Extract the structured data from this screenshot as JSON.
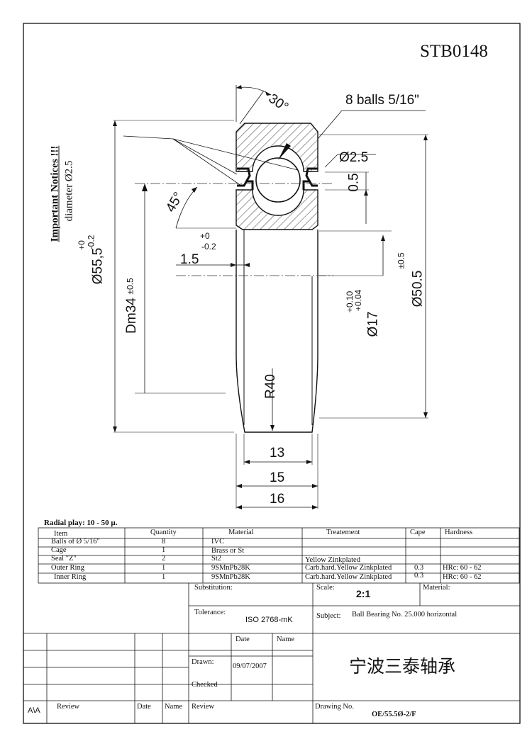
{
  "drawing": {
    "code": "STB0148",
    "notice_title": "Important Notices !!!",
    "notice_text": "diameter Ø2.5",
    "balls_label": "8 balls 5/16\"",
    "angle_top": "30°",
    "angle_side": "45°",
    "hole_dia": "Ø2.5",
    "dim_05": "0.5",
    "dim_15": "1.5",
    "outer_dia": "Ø55,5",
    "outer_tol_upper": "+0",
    "outer_tol_lower": "-0.2",
    "small_tol_upper": "+0",
    "small_tol_lower": "-0.2",
    "dm": "Dm34",
    "dm_tol": "±0.5",
    "bore": "Ø17",
    "bore_tol_upper": "+0.10",
    "bore_tol_lower": "+0.04",
    "od2": "Ø50.5",
    "od2_tol": "±0.5",
    "radius": "R40",
    "w13": "13",
    "w15": "15",
    "w16": "16"
  },
  "radial_play": "Radial play: 10 - 50 µ.",
  "parts_table": {
    "headers": [
      "Item",
      "Quantity",
      "Material",
      "Treatement",
      "Cape",
      "Hardness"
    ],
    "rows": [
      [
        "Balls of Ø  5/16\"",
        "8",
        "IVC",
        "",
        "",
        ""
      ],
      [
        "Cage",
        "1",
        "Brass or St",
        "",
        "",
        ""
      ],
      [
        "Seal \"Z\"",
        "2",
        "St2",
        "Yellow Zinkplated",
        "",
        ""
      ],
      [
        "Outer Ring",
        "1",
        "9SMnPb28K",
        "Carb.hard.Yellow Zinkplated",
        "0.3",
        "HRc: 60 - 62"
      ],
      [
        "Inner Ring",
        "1",
        "9SMnPb28K",
        "Carb.hard.Yellow Zinkplated",
        "0.3",
        "HRc: 60 - 62"
      ]
    ]
  },
  "title_block": {
    "substitution_label": "Substitution:",
    "scale_label": "Scale:",
    "scale_value": "2:1",
    "material_label": "Material:",
    "tolerance_label": "Tolerance:",
    "tolerance_value": "ISO 2768-mK",
    "subject_label": "Subject:",
    "subject_value": "Ball Bearing No. 25.000  horizontal",
    "date_label": "Date",
    "name_label": "Name",
    "drawn_label": "Drawn:",
    "drawn_date": "09/07/2007",
    "checked_label": "Checked",
    "company": "宁波三泰轴承",
    "rev_marker": "A\\A",
    "review_label": "Review",
    "date2_label": "Date",
    "name2_label": "Name",
    "review2_label": "Review",
    "drawing_no_label": "Drawing  No.",
    "drawing_no": "OE/55.5Ø-2/F"
  }
}
